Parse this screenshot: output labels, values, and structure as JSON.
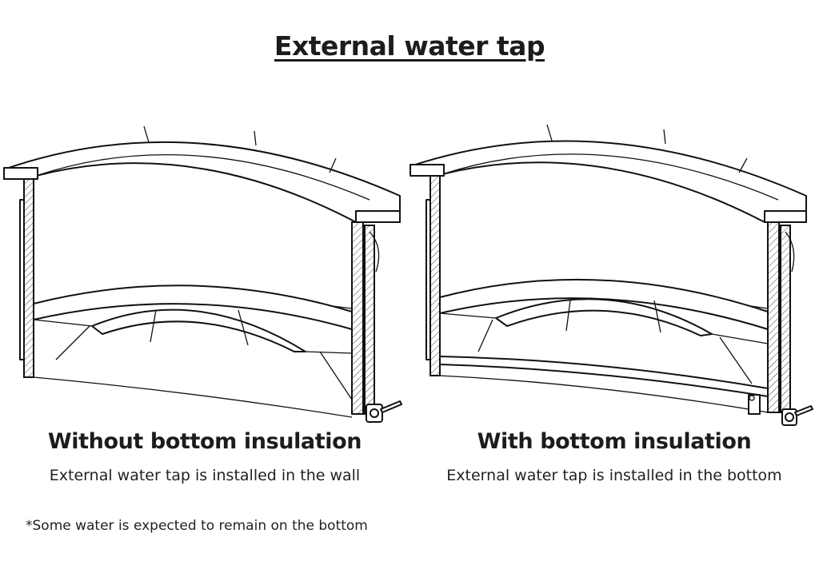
{
  "title": "External water tap",
  "panels": [
    {
      "heading": "Without bottom insulation",
      "caption": "External water tap is installed in the wall",
      "tap_location": "wall"
    },
    {
      "heading": "With bottom insulation",
      "caption": "External water tap is installed in the bottom",
      "tap_location": "bottom"
    }
  ],
  "footnote": "*Some water is expected to remain on the bottom",
  "colors": {
    "line": "#111111",
    "background": "#ffffff"
  }
}
